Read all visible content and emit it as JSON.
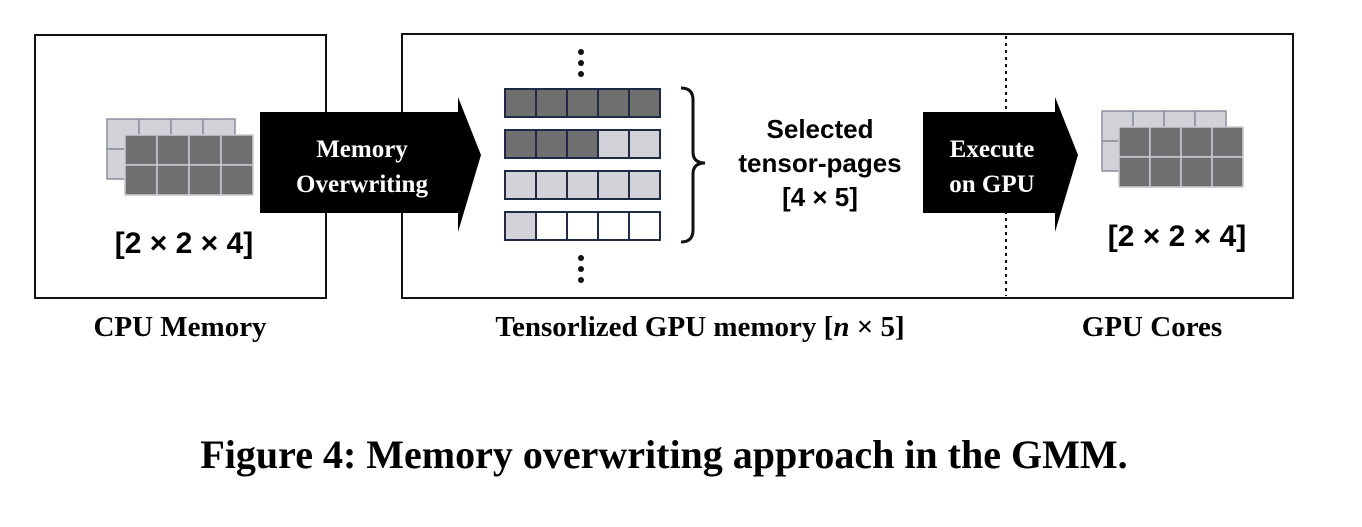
{
  "figure": {
    "caption": "Figure 4: Memory overwriting approach in the GMM."
  },
  "panels": {
    "cpu": {
      "title": "CPU Memory",
      "shape_label": "[2 × 2 × 4]"
    },
    "gpu_memory": {
      "title_prefix": "Tensorlized GPU memory [",
      "title_var": "n",
      "title_suffix": " × 5]",
      "selected_line1": "Selected",
      "selected_line2": "tensor-pages",
      "selected_line3": "[4 × 5]",
      "page_rows_fill": [
        [
          "dark",
          "dark",
          "dark",
          "dark",
          "dark"
        ],
        [
          "dark",
          "dark",
          "dark",
          "light",
          "light"
        ],
        [
          "light",
          "light",
          "light",
          "light",
          "light"
        ],
        [
          "light",
          "white",
          "white",
          "white",
          "white"
        ]
      ]
    },
    "gpu_cores": {
      "title": "GPU Cores",
      "shape_label": "[2 × 2 × 4]"
    }
  },
  "arrows": {
    "overwrite_line1": "Memory",
    "overwrite_line2": "Overwriting",
    "execute_line1": "Execute",
    "execute_line2": "on GPU"
  },
  "colors": {
    "dark_cell": "#6f6f6f",
    "light_cell": "#d2d2d8",
    "white_cell": "#ffffff",
    "cell_border": "#1f2a44",
    "arrow_fill": "#000000",
    "arrow_text": "#ffffff"
  }
}
